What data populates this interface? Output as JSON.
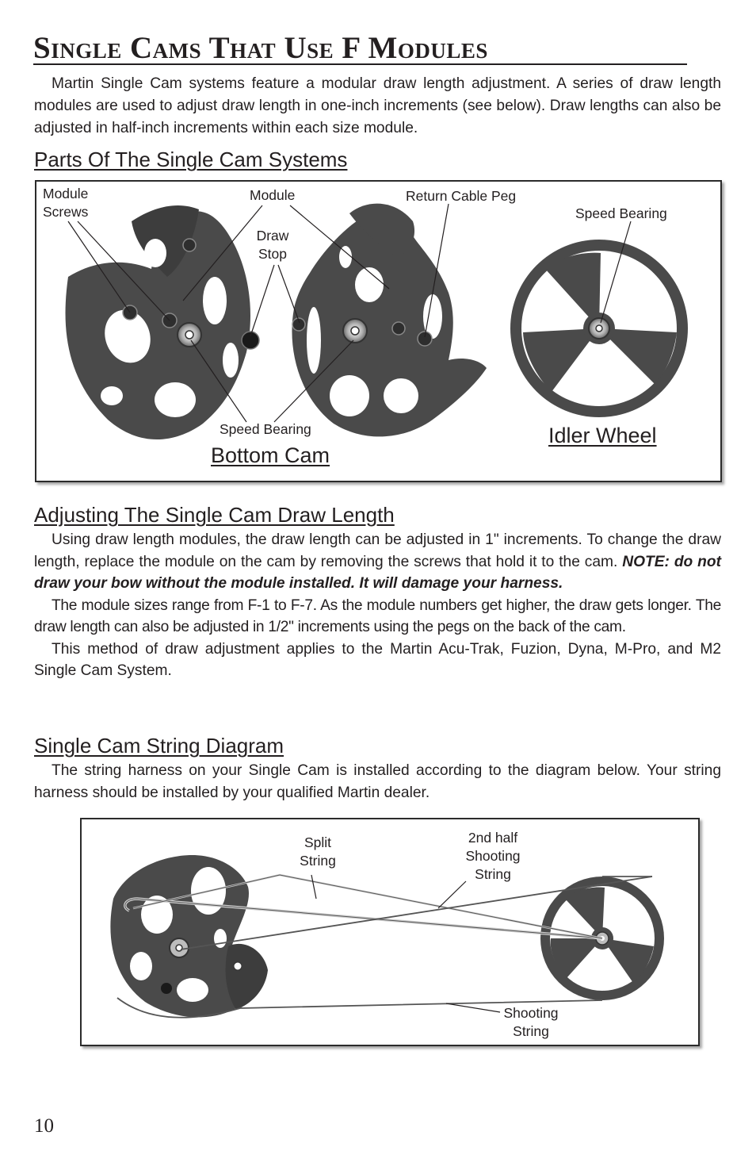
{
  "page": {
    "title": "Single Cams That Use F Modules",
    "intro": "Martin Single Cam systems feature a modular draw length adjustment. A series of draw length modules are used to adjust draw length in one-inch increments (see below). Draw lengths can also be adjusted in half-inch increments within each size module.",
    "page_number": "10"
  },
  "parts_section": {
    "heading": "Parts Of The Single Cam Systems",
    "labels": {
      "module_screws_1": "Module",
      "module_screws_2": "Screws",
      "module": "Module",
      "draw_stop_1": "Draw",
      "draw_stop_2": "Stop",
      "return_cable_peg": "Return Cable Peg",
      "speed_bearing_idler": "Speed Bearing",
      "speed_bearing_cam": "Speed Bearing",
      "bottom_cam": "Bottom Cam",
      "idler_wheel": "Idler Wheel"
    }
  },
  "adjusting_section": {
    "heading": "Adjusting The Single Cam Draw Length",
    "para1": "Using draw length modules, the draw length can be adjusted in 1\" increments. To change the draw length, replace the module on the cam by removing the screws that hold it to the cam.",
    "para1_note": "NOTE: do not draw your bow without the module installed. It will damage your harness.",
    "para2": "The module sizes range from F-1 to F-7. As the module numbers get higher, the draw gets longer. The draw length can also be adjusted in 1/2\" increments using the pegs on the back of the cam.",
    "para3": "This method of draw adjustment applies to the Martin Acu-Trak, Fuzion, Dyna, M-Pro, and M2 Single Cam System."
  },
  "diagram_section": {
    "heading": "Single Cam String Diagram",
    "para": "The string harness on your Single Cam is installed according to the diagram below. Your string harness should be installed by your qualified Martin dealer.",
    "labels": {
      "split_1": "Split",
      "split_2": "String",
      "second_half_1": "2nd half",
      "second_half_2": "Shooting",
      "second_half_3": "String",
      "shooting_1": "Shooting",
      "shooting_2": "String"
    }
  },
  "colors": {
    "text": "#231f20",
    "cam_fill": "#4a4a4a",
    "frame": "#2b2b2b"
  }
}
